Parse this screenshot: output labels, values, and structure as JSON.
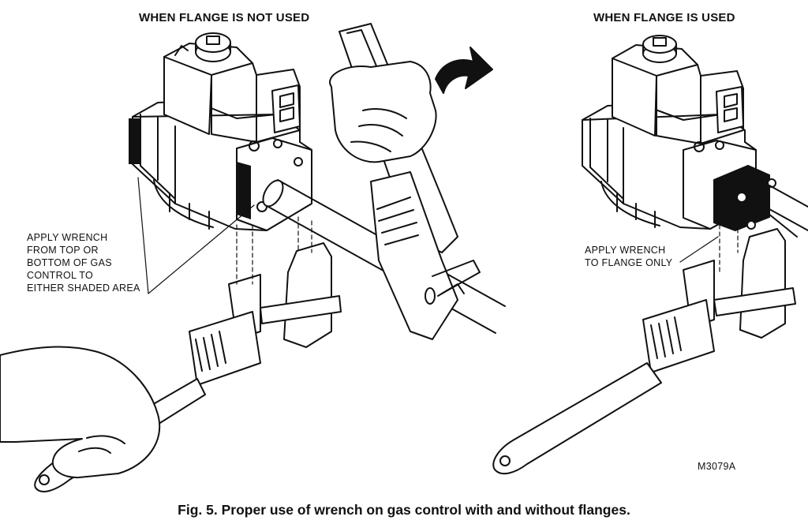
{
  "headings": {
    "left": "WHEN FLANGE IS NOT USED",
    "right": "WHEN FLANGE IS USED"
  },
  "callouts": {
    "left": [
      "APPLY WRENCH",
      "FROM TOP OR",
      "BOTTOM OF GAS",
      "CONTROL TO",
      "EITHER SHADED AREA"
    ],
    "right": [
      "APPLY WRENCH",
      "TO FLANGE ONLY"
    ]
  },
  "figure_id": "M3079A",
  "caption": "Fig. 5.  Proper use of wrench on gas control with and without flanges.",
  "colors": {
    "line": "#111111",
    "shaded_area": "#111111",
    "background": "#ffffff"
  }
}
